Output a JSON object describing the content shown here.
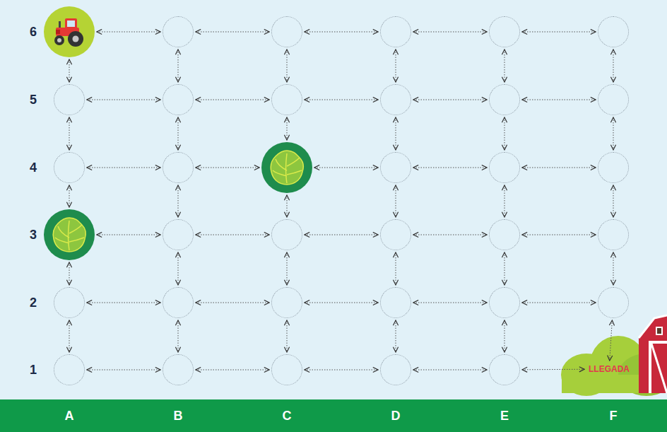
{
  "diagram": {
    "nodes": [
      {
        "text": []
      },
      {
        "text": []
      },
      {
        "text": []
      },
      {
        "text": []
      },
      {
        "text": []
      },
      {
        "text": []
      },
      {
        "text": []
      },
      {
        "text": []
      },
      {
        "text": []
      },
      {
        "text": []
      },
      {
        "text": []
      },
      {
        "text": []
      },
      {
        "text": []
      },
      {
        "text": []
      },
      {
        "text": []
      },
      {
        "text": []
      },
      {
        "text": []
      },
      {
        "text": []
      },
      {
        "text": []
      },
      {
        "text": []
      },
      {
        "text": []
      },
      {
        "text": []
      },
      {
        "text": []
      },
      {
        "text": []
      },
      {
        "text": []
      },
      {
        "text": []
      },
      {
        "text": []
      },
      {
        "text": []
      },
      {
        "text": []
      },
      {
        "text": []
      },
      {
        "text": []
      },
      {
        "text": []
      },
      {
        "text": []
      },
      {
        "text": []
      },
      {
        "text": []
      },
      {
        "text": [
          "LLEGADA"
        ]
      }
    ],
    "edges": [
      {
        "from": 0,
        "to": 1,
        "arrow": "both"
      },
      {
        "from": 1,
        "to": 2,
        "arrow": "both"
      },
      {
        "from": 2,
        "to": 3,
        "arrow": "both"
      },
      {
        "from": 3,
        "to": 4,
        "arrow": "both"
      },
      {
        "from": 4,
        "to": 5,
        "arrow": "both"
      },
      {
        "from": 6,
        "to": 7,
        "arrow": "both"
      },
      {
        "from": 7,
        "to": 8,
        "arrow": "both"
      },
      {
        "from": 8,
        "to": 9,
        "arrow": "both"
      },
      {
        "from": 9,
        "to": 10,
        "arrow": "both"
      },
      {
        "from": 10,
        "to": 11,
        "arrow": "both"
      },
      {
        "from": 12,
        "to": 13,
        "arrow": "both"
      },
      {
        "from": 13,
        "to": 14,
        "arrow": "both"
      },
      {
        "from": 14,
        "to": 15,
        "arrow": "both"
      },
      {
        "from": 15,
        "to": 16,
        "arrow": "both"
      },
      {
        "from": 16,
        "to": 17,
        "arrow": "both"
      },
      {
        "from": 18,
        "to": 19,
        "arrow": "both"
      },
      {
        "from": 19,
        "to": 20,
        "arrow": "both"
      },
      {
        "from": 20,
        "to": 21,
        "arrow": "both"
      },
      {
        "from": 21,
        "to": 22,
        "arrow": "both"
      },
      {
        "from": 22,
        "to": 23,
        "arrow": "both"
      },
      {
        "from": 24,
        "to": 25,
        "arrow": "both"
      },
      {
        "from": 25,
        "to": 26,
        "arrow": "both"
      },
      {
        "from": 26,
        "to": 27,
        "arrow": "both"
      },
      {
        "from": 27,
        "to": 28,
        "arrow": "both"
      },
      {
        "from": 28,
        "to": 29,
        "arrow": "both"
      },
      {
        "from": 30,
        "to": 31,
        "arrow": "both"
      },
      {
        "from": 31,
        "to": 32,
        "arrow": "both"
      },
      {
        "from": 32,
        "to": 33,
        "arrow": "both"
      },
      {
        "from": 33,
        "to": 34,
        "arrow": "both"
      },
      {
        "from": 34,
        "to": 35,
        "arrow": "both"
      },
      {
        "from": 0,
        "to": 6,
        "arrow": "both"
      },
      {
        "from": 6,
        "to": 12,
        "arrow": "both"
      },
      {
        "from": 12,
        "to": 18,
        "arrow": "both"
      },
      {
        "from": 18,
        "to": 24,
        "arrow": "both"
      },
      {
        "from": 24,
        "to": 30,
        "arrow": "both"
      },
      {
        "from": 1,
        "to": 7,
        "arrow": "both"
      },
      {
        "from": 7,
        "to": 13,
        "arrow": "both"
      },
      {
        "from": 13,
        "to": 19,
        "arrow": "both"
      },
      {
        "from": 19,
        "to": 25,
        "arrow": "both"
      },
      {
        "from": 25,
        "to": 31,
        "arrow": "both"
      },
      {
        "from": 2,
        "to": 8,
        "arrow": "both"
      },
      {
        "from": 8,
        "to": 14,
        "arrow": "both"
      },
      {
        "from": 14,
        "to": 20,
        "arrow": "both"
      },
      {
        "from": 20,
        "to": 26,
        "arrow": "both"
      },
      {
        "from": 26,
        "to": 32,
        "arrow": "both"
      },
      {
        "from": 3,
        "to": 9,
        "arrow": "both"
      },
      {
        "from": 9,
        "to": 15,
        "arrow": "both"
      },
      {
        "from": 15,
        "to": 21,
        "arrow": "both"
      },
      {
        "from": 21,
        "to": 27,
        "arrow": "both"
      },
      {
        "from": 27,
        "to": 33,
        "arrow": "both"
      },
      {
        "from": 4,
        "to": 10,
        "arrow": "both"
      },
      {
        "from": 10,
        "to": 16,
        "arrow": "both"
      },
      {
        "from": 16,
        "to": 22,
        "arrow": "both"
      },
      {
        "from": 22,
        "to": 28,
        "arrow": "both"
      },
      {
        "from": 28,
        "to": 34,
        "arrow": "both"
      },
      {
        "from": 5,
        "to": 11,
        "arrow": "both"
      },
      {
        "from": 11,
        "to": 17,
        "arrow": "both"
      },
      {
        "from": 17,
        "to": 23,
        "arrow": "both"
      },
      {
        "from": 23,
        "to": 29,
        "arrow": "both"
      },
      {
        "from": 29,
        "to": 35,
        "arrow": "both"
      }
    ],
    "labels": [
      "6",
      "5",
      "4",
      "3",
      "2",
      "1",
      "A",
      "B",
      "C",
      "D",
      "E",
      "F"
    ]
  }
}
